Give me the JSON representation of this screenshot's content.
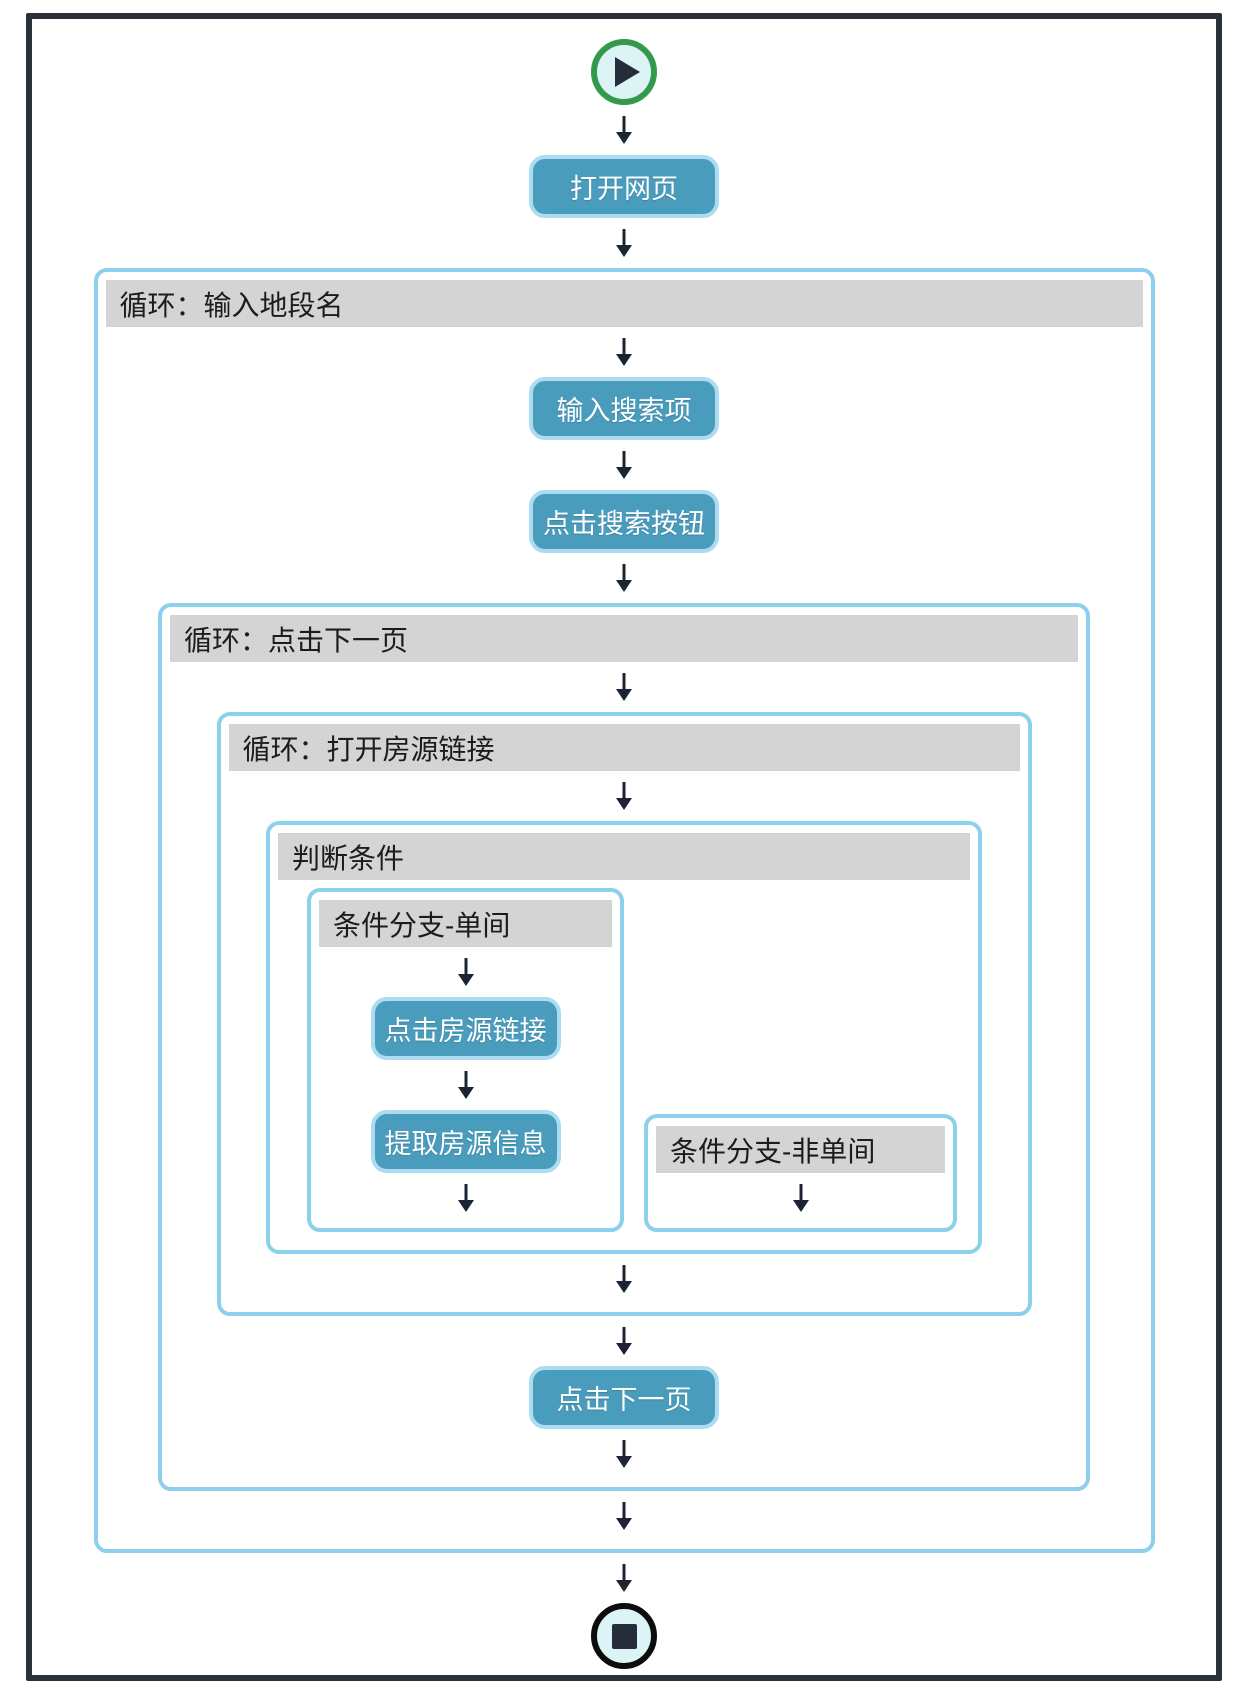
{
  "colors": {
    "frame_border": "#2b3138",
    "container_border": "#8dd0ed",
    "title_bar_bg": "#d4d4d4",
    "title_text": "#1c1c1c",
    "node_fill": "#4a9cbc",
    "node_border": "#abdcf1",
    "node_text": "#ffffff",
    "arrow": "#1c2433",
    "start_ring": "#33994d",
    "end_ring": "#0d0d0d",
    "terminal_fill": "#ddf4f6"
  },
  "icons": {
    "start": "play-icon",
    "end": "stop-icon",
    "connector": "down-arrow-icon"
  },
  "nodes": {
    "open_webpage": "打开网页",
    "input_search_term": "输入搜索项",
    "click_search_button": "点击搜索按钮",
    "click_listing_link": "点击房源链接",
    "extract_listing_info": "提取房源信息",
    "click_next_page": "点击下一页"
  },
  "containers": {
    "loop_input_location": "循环：输入地段名",
    "loop_click_next_page": "循环：点击下一页",
    "loop_open_listing_link": "循环：打开房源链接",
    "condition": "判断条件",
    "branch_single_room": "条件分支-单间",
    "branch_not_single_room": "条件分支-非单间"
  }
}
